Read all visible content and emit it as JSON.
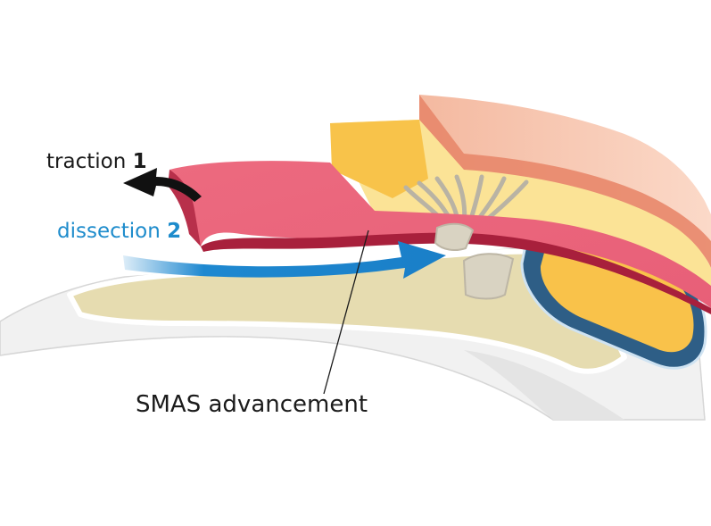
{
  "labels": {
    "traction": {
      "text": "traction",
      "number": "1"
    },
    "dissection": {
      "text": "dissection",
      "number": "2"
    },
    "smas": {
      "text": "SMAS advancement"
    }
  },
  "colors": {
    "skin": "#f6c7b0",
    "skin_edge": "#e8876a",
    "fat": "#fbe396",
    "fat_cut": "#f8c34a",
    "smas_muscle": "#e45a73",
    "bone": "#e6dcb0",
    "outline": "#ededed",
    "dissection_arrow": "#1e88d0",
    "traction_arrow": "#111111",
    "orbit_blue": "#2e5e86",
    "orbit_yellow": "#f9c24a"
  },
  "icons": {
    "traction_arrow": "arrow-left-icon",
    "dissection_arrow": "arrow-right-icon"
  }
}
